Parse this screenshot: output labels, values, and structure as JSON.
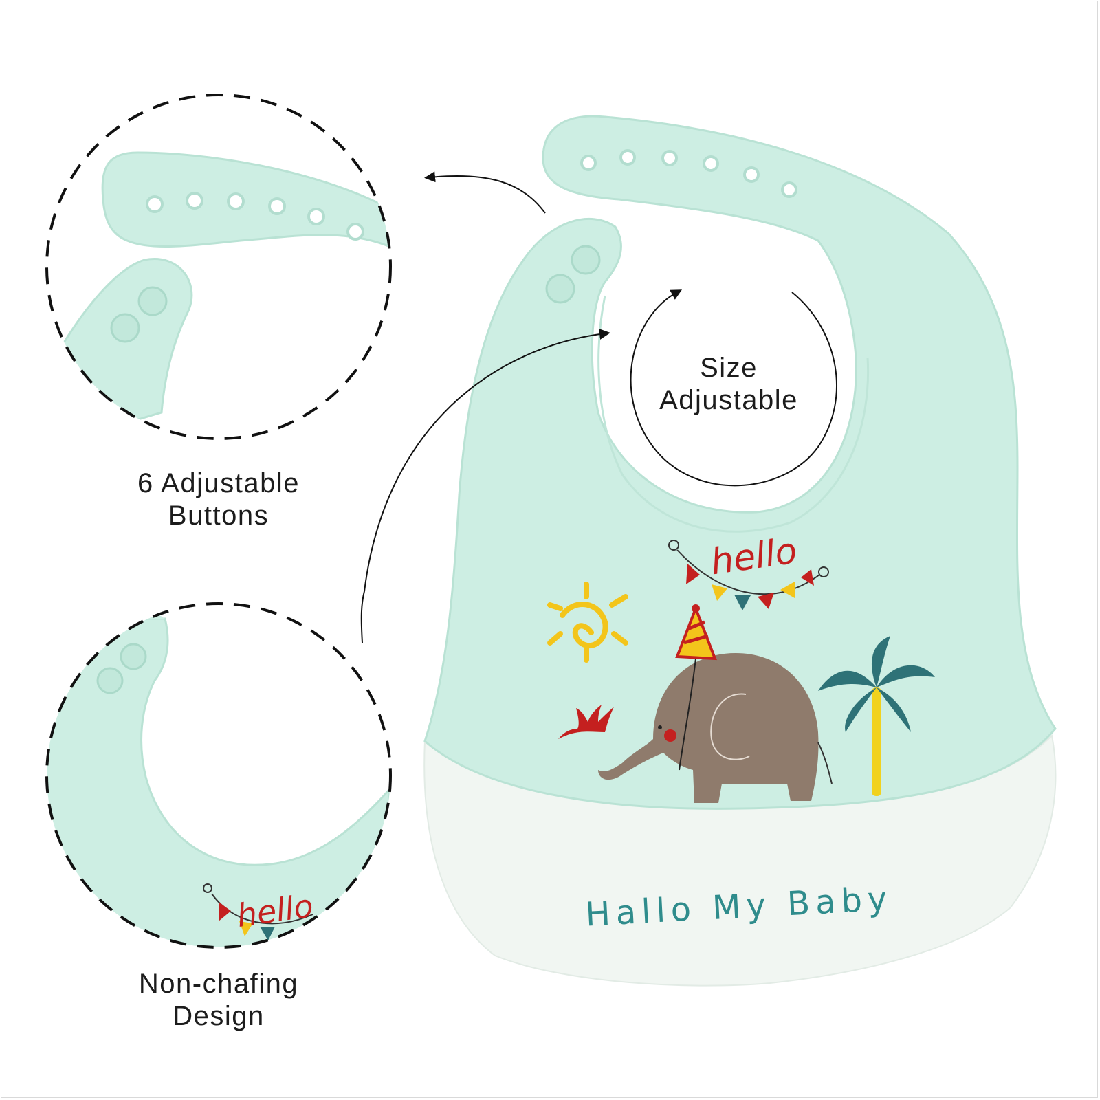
{
  "colors": {
    "bib_mint": "#cdeee3",
    "bib_mint_edge": "#b9e2d4",
    "pocket_white": "#f1f6f2",
    "hello_red": "#c4201f",
    "teal_text": "#2f8c8c",
    "elephant": "#8f7b6c",
    "sun": "#f3c51b",
    "palm_leaf": "#2e7277",
    "palm_trunk": "#f1d21e"
  },
  "captions": {
    "size": {
      "line1": "Size",
      "line2": "Adjustable"
    },
    "buttons": {
      "line1": "6 Adjustable",
      "line2": "Buttons"
    },
    "design": {
      "line1": "Non-chafing",
      "line2": "Design"
    }
  },
  "bib_print": {
    "hello": "hello",
    "brand": "Hallo My Baby"
  },
  "icons": [
    "dashed-circle-zoom",
    "curved-arrow",
    "elephant-illustration",
    "sun-illustration",
    "palm-tree-illustration",
    "bunting-flags"
  ]
}
